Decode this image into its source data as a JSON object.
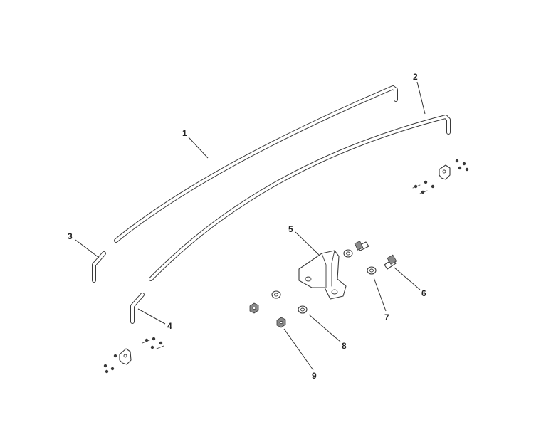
{
  "callouts": {
    "c1": "1",
    "c2": "2",
    "c3": "3",
    "c4": "4",
    "c5": "5",
    "c6": "6",
    "c7": "7",
    "c8": "8",
    "c9": "9"
  },
  "colors": {
    "line": "#3a3a3a",
    "background": "#ffffff",
    "label": "#222222"
  }
}
